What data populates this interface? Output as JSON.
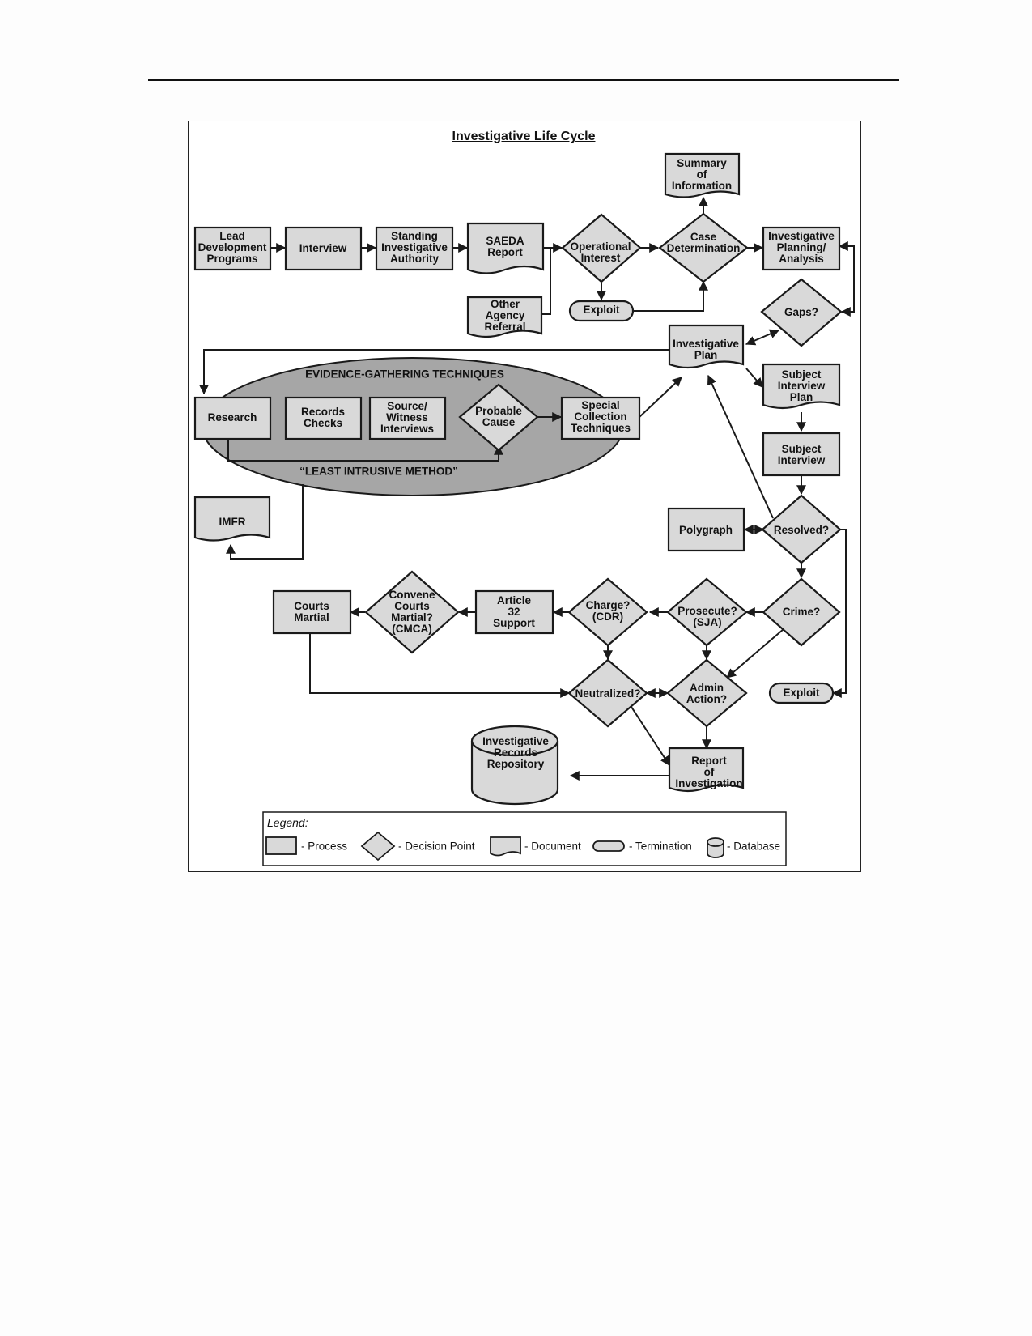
{
  "title": "Investigative Life Cycle",
  "ellipse": {
    "title": "EVIDENCE-GATHERING TECHNIQUES",
    "note": "“LEAST INTRUSIVE METHOD”"
  },
  "nodes": {
    "lead_dev": "Lead\nDevelopment\nPrograms",
    "interview": "Interview",
    "sia": "Standing\nInvestigative\nAuthority",
    "saeda": "SAEDA\nReport",
    "other_agency": "Other\nAgency\nReferral",
    "operational_interest": "Operational\nInterest",
    "exploit_top": "Exploit",
    "case_determination": "Case\nDetermination",
    "summary_info": "Summary\nof\nInformation",
    "inv_planning": "Investigative\nPlanning/\nAnalysis",
    "gaps": "Gaps?",
    "inv_plan": "Investigative\nPlan",
    "research": "Research",
    "records_checks": "Records\nChecks",
    "source_witness": "Source/\nWitness\nInterviews",
    "probable_cause": "Probable\nCause",
    "special_collection": "Special\nCollection\nTechniques",
    "subject_interview_plan": "Subject\nInterview\nPlan",
    "subject_interview": "Subject\nInterview",
    "imfr": "IMFR",
    "polygraph": "Polygraph",
    "resolved": "Resolved?",
    "crime": "Crime?",
    "prosecute": "Prosecute?\n(SJA)",
    "charge": "Charge?\n(CDR)",
    "article32": "Article\n32\nSupport",
    "convene": "Convene\nCourts\nMartial?\n(CMCA)",
    "courts_martial": "Courts\nMartial",
    "neutralized": "Neutralized?",
    "admin_action": "Admin\nAction?",
    "exploit_bottom": "Exploit",
    "report_of_investigation": "Report\nof\nInvestigation",
    "records_repository": "Investigative\nRecords\nRepository"
  },
  "legend": {
    "title": "Legend:",
    "process": "- Process",
    "decision": "- Decision Point",
    "document": "- Document",
    "termination": "- Termination",
    "database": "- Database"
  },
  "colors": {
    "shape_fill": "#d9d9d9",
    "ellipse_fill": "#a6a6a6",
    "stroke": "#1a1a1a"
  }
}
